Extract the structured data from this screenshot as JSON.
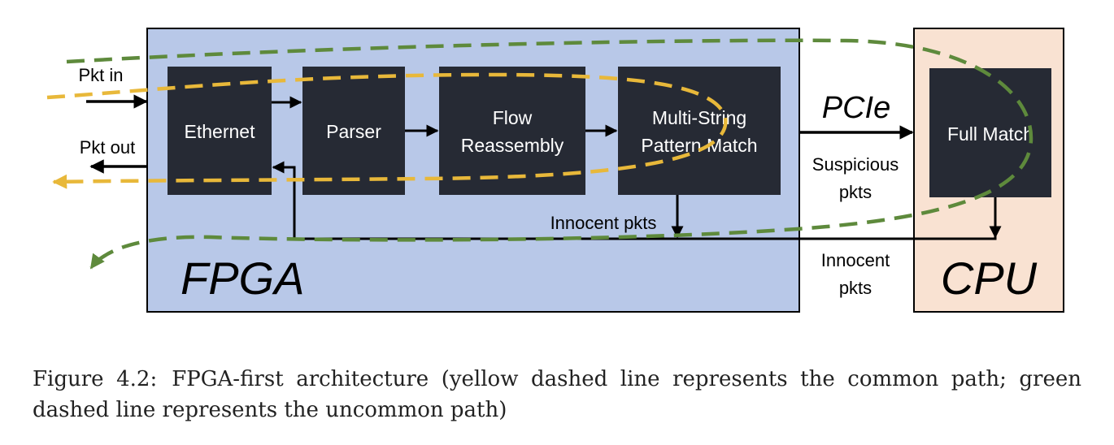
{
  "diagram": {
    "containers": {
      "fpga": {
        "label": "FPGA",
        "fill": "#b8c8e8"
      },
      "cpu": {
        "label": "CPU",
        "fill": "#f9e2d2"
      }
    },
    "blocks": {
      "ethernet": "Ethernet",
      "parser": "Parser",
      "flow_reassembly": [
        "Flow",
        "Reassembly"
      ],
      "pattern_match": [
        "Multi-String",
        "Pattern Match"
      ],
      "full_match": "Full Match"
    },
    "labels": {
      "pkt_in": "Pkt in",
      "pkt_out": "Pkt out",
      "pcie": "PCIe",
      "suspicious": [
        "Suspicious",
        "pkts"
      ],
      "innocent_inner": "Innocent pkts",
      "innocent_outer": [
        "Innocent",
        "pkts"
      ]
    },
    "colors": {
      "block": "#262a34",
      "common_path": "#e8b83a",
      "uncommon_path": "#5e8a3c"
    }
  },
  "caption": {
    "number": "Figure 4.2:",
    "text": "FPGA-first architecture (yellow dashed line represents the common path; green dashed line represents the uncommon path)"
  }
}
